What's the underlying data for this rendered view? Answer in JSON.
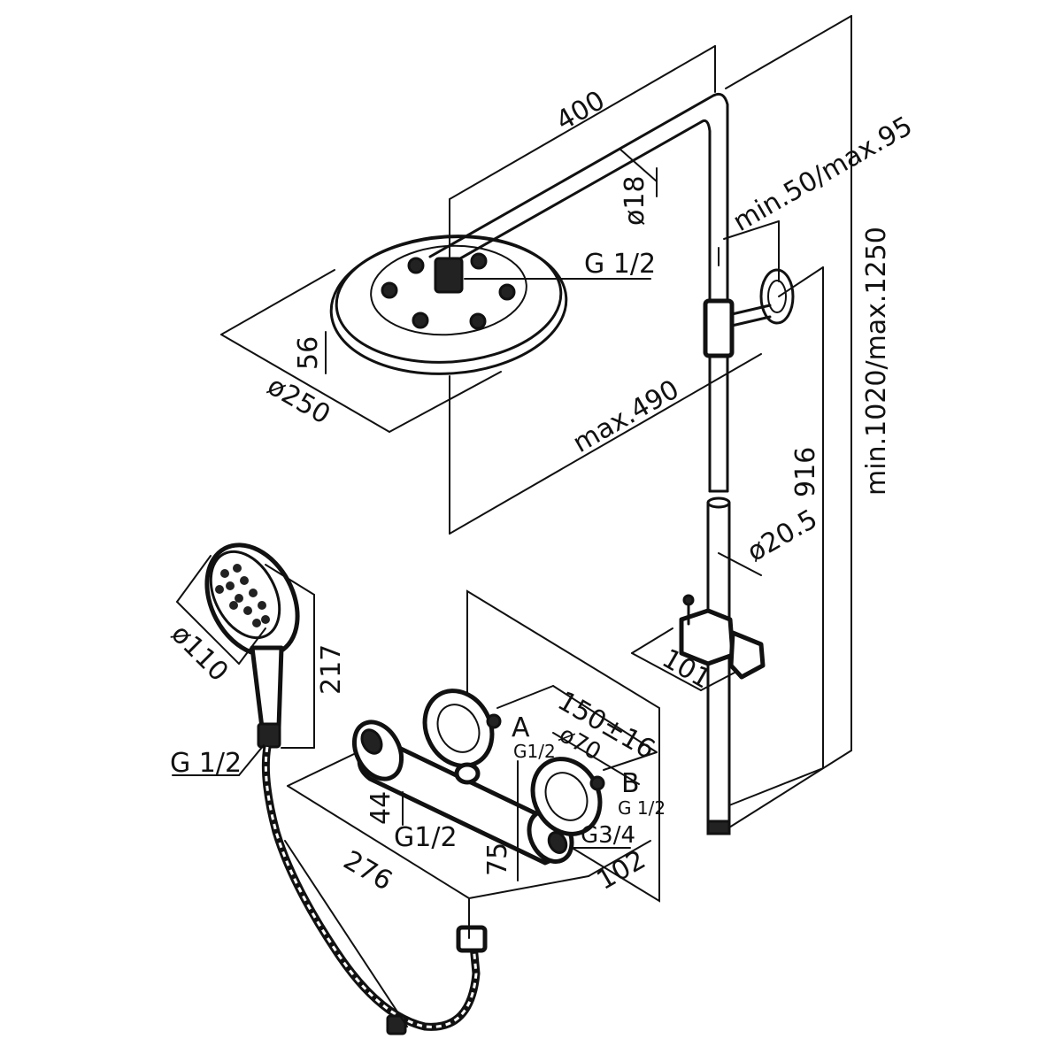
{
  "overhead": {
    "arm_length": "400",
    "arm_diameter": "ø18",
    "head_diameter": "ø250",
    "head_height": "56",
    "head_connection": "G 1/2",
    "projection": "max.490",
    "wall_distance": "min.50/max.95"
  },
  "riser": {
    "height": "916",
    "overall_height": "min.1020/max.1250",
    "tube_diameter": "ø20.5",
    "slider_width": "101"
  },
  "hand_shower": {
    "diameter": "ø110",
    "length": "217",
    "connection": "G 1/2"
  },
  "mixer": {
    "centres": "150±16",
    "flange_diameter": "ø70",
    "inlet_a_label": "A",
    "inlet_a_thread": "G1/2",
    "inlet_b_label": "B",
    "inlet_b_thread": "G 1/2",
    "outlet_thread": "G3/4",
    "bottom_outlet": "G1/2",
    "height": "44",
    "width": "276",
    "outlet_offset": "75",
    "depth": "102"
  }
}
